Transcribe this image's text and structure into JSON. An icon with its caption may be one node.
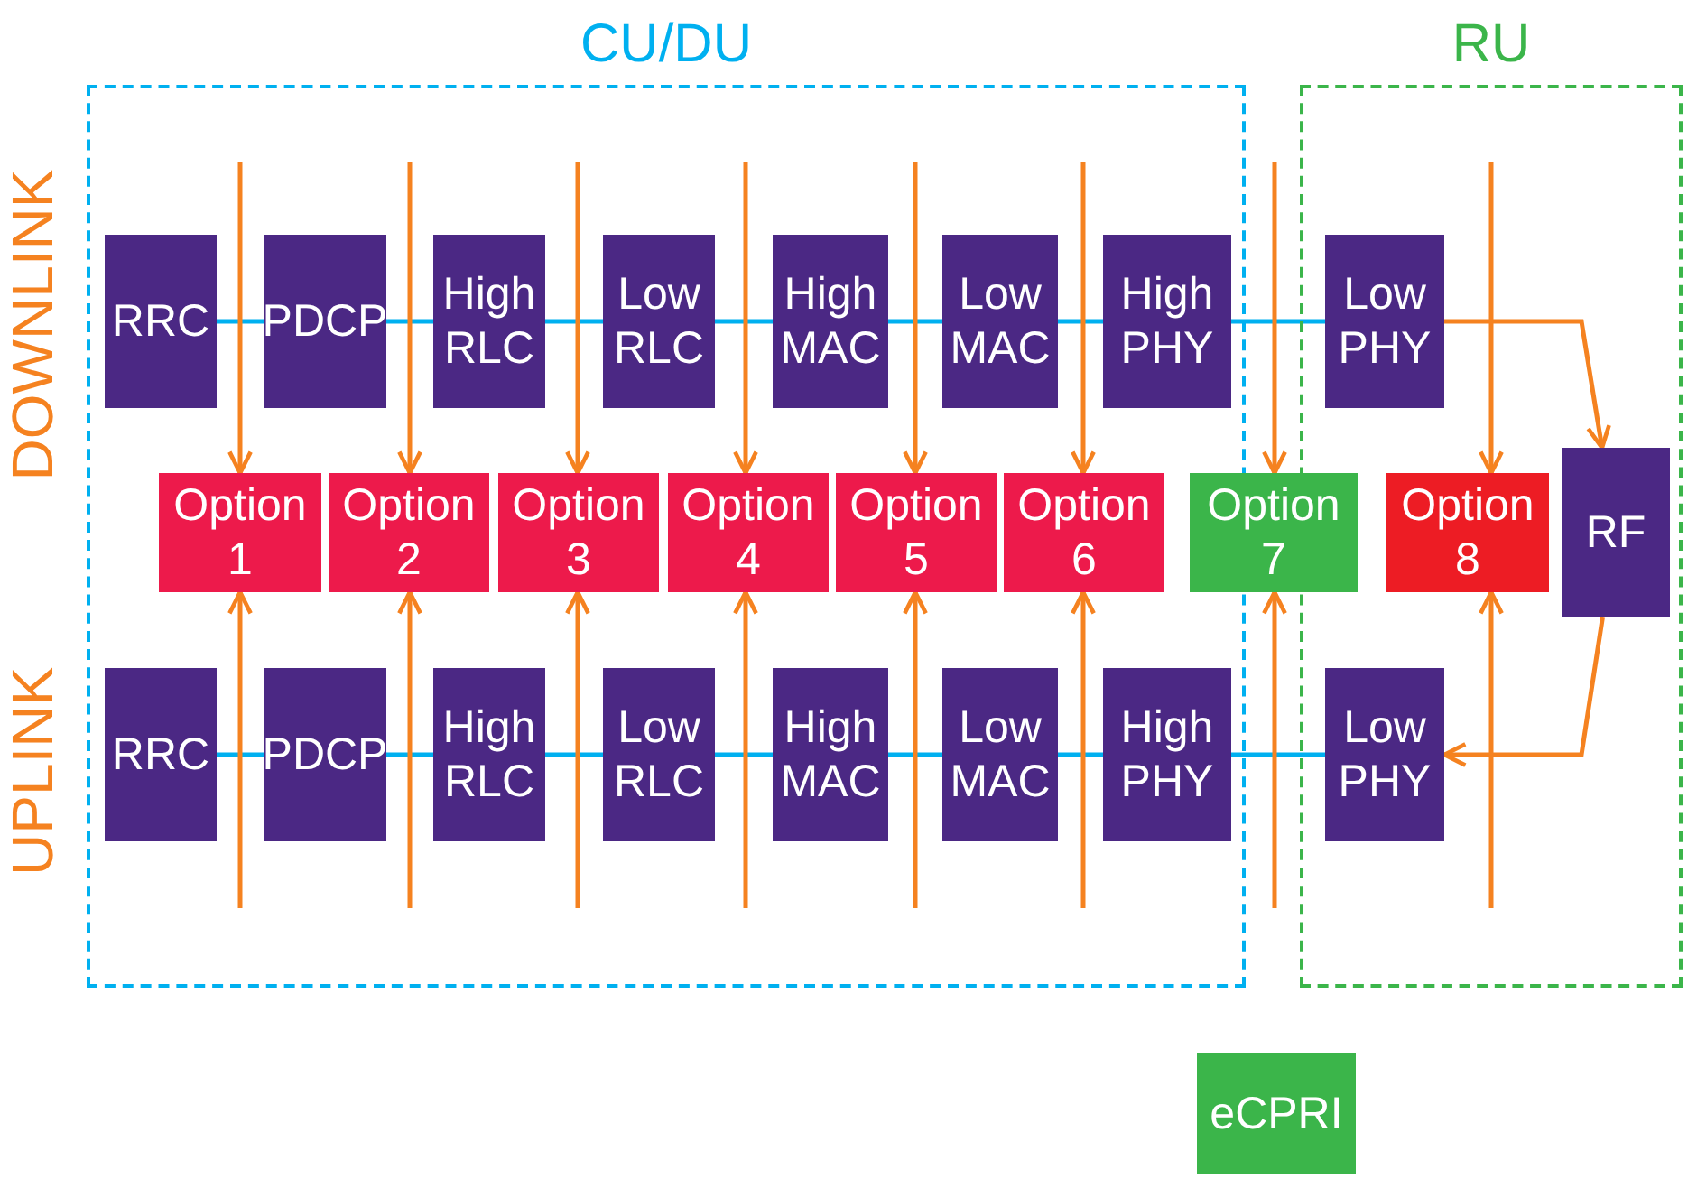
{
  "diagram": {
    "nodes": [
      {
        "text": [
          "CU/DU"
        ]
      },
      {
        "text": [
          "RU"
        ]
      },
      {
        "text": [
          "RRC"
        ],
        "in": 0
      },
      {
        "text": [
          "PDCP"
        ],
        "in": 0
      },
      {
        "text": [
          "High RLC"
        ],
        "in": 0
      },
      {
        "text": [
          "Low RLC"
        ],
        "in": 0
      },
      {
        "text": [
          "High MAC"
        ],
        "in": 0
      },
      {
        "text": [
          "Low MAC"
        ],
        "in": 0
      },
      {
        "text": [
          "High PHY"
        ],
        "in": 0
      },
      {
        "text": [
          "Low PHY"
        ],
        "in": 1
      },
      {
        "text": [
          "Option 1"
        ],
        "in": 0
      },
      {
        "text": [
          "Option 2"
        ],
        "in": 0
      },
      {
        "text": [
          "Option 3"
        ],
        "in": 0
      },
      {
        "text": [
          "Option 4"
        ],
        "in": 0
      },
      {
        "text": [
          "Option 5"
        ],
        "in": 0
      },
      {
        "text": [
          "Option 6"
        ],
        "in": 0
      },
      {
        "text": [
          "Option 7"
        ]
      },
      {
        "text": [
          "Option 8"
        ],
        "in": 1
      },
      {
        "text": [
          "RF"
        ],
        "in": 1
      },
      {
        "text": [
          "RRC"
        ],
        "in": 0
      },
      {
        "text": [
          "PDCP"
        ],
        "in": 0
      },
      {
        "text": [
          "High RLC"
        ],
        "in": 0
      },
      {
        "text": [
          "Low RLC"
        ],
        "in": 0
      },
      {
        "text": [
          "High MAC"
        ],
        "in": 0
      },
      {
        "text": [
          "Low MAC"
        ],
        "in": 0
      },
      {
        "text": [
          "High PHY"
        ],
        "in": 0
      },
      {
        "text": [
          "Low PHY"
        ],
        "in": 1
      },
      {
        "text": [
          "eCPRI"
        ]
      }
    ],
    "edges": [
      {
        "from": 2,
        "to": 3,
        "arrow": "none",
        "color": "#00b0f0"
      },
      {
        "from": 3,
        "to": 4,
        "arrow": "none",
        "color": "#00b0f0"
      },
      {
        "from": 4,
        "to": 5,
        "arrow": "none",
        "color": "#00b0f0"
      },
      {
        "from": 5,
        "to": 6,
        "arrow": "none",
        "color": "#00b0f0"
      },
      {
        "from": 6,
        "to": 7,
        "arrow": "none",
        "color": "#00b0f0"
      },
      {
        "from": 7,
        "to": 8,
        "arrow": "none",
        "color": "#00b0f0"
      },
      {
        "from": 8,
        "to": 9,
        "arrow": "none",
        "color": "#00b0f0"
      },
      {
        "from": 19,
        "to": 20,
        "arrow": "none",
        "color": "#00b0f0"
      },
      {
        "from": 20,
        "to": 21,
        "arrow": "none",
        "color": "#00b0f0"
      },
      {
        "from": 21,
        "to": 22,
        "arrow": "none",
        "color": "#00b0f0"
      },
      {
        "from": 22,
        "to": 23,
        "arrow": "none",
        "color": "#00b0f0"
      },
      {
        "from": 23,
        "to": 24,
        "arrow": "none",
        "color": "#00b0f0"
      },
      {
        "from": 24,
        "to": 25,
        "arrow": "none",
        "color": "#00b0f0"
      },
      {
        "from": 25,
        "to": 26,
        "arrow": "none",
        "color": "#00b0f0"
      },
      {
        "from": null,
        "to": 10,
        "arrow": "to"
      },
      {
        "from": null,
        "to": 11,
        "arrow": "to"
      },
      {
        "from": null,
        "to": 12,
        "arrow": "to"
      },
      {
        "from": null,
        "to": 13,
        "arrow": "to"
      },
      {
        "from": null,
        "to": 14,
        "arrow": "to"
      },
      {
        "from": null,
        "to": 15,
        "arrow": "to"
      },
      {
        "from": null,
        "to": 16,
        "arrow": "to"
      },
      {
        "from": null,
        "to": 17,
        "arrow": "to"
      },
      {
        "from": null,
        "to": 10,
        "arrow": "to"
      },
      {
        "from": null,
        "to": 11,
        "arrow": "to"
      },
      {
        "from": null,
        "to": 12,
        "arrow": "to"
      },
      {
        "from": null,
        "to": 13,
        "arrow": "to"
      },
      {
        "from": null,
        "to": 14,
        "arrow": "to"
      },
      {
        "from": null,
        "to": 15,
        "arrow": "to"
      },
      {
        "from": null,
        "to": 16,
        "arrow": "to"
      },
      {
        "from": null,
        "to": 17,
        "arrow": "to"
      },
      {
        "from": 9,
        "to": 18,
        "arrow": "to"
      },
      {
        "from": 18,
        "to": 26,
        "arrow": "to"
      }
    ],
    "labels": [
      "DOWNLINK",
      "UPLINK"
    ]
  }
}
